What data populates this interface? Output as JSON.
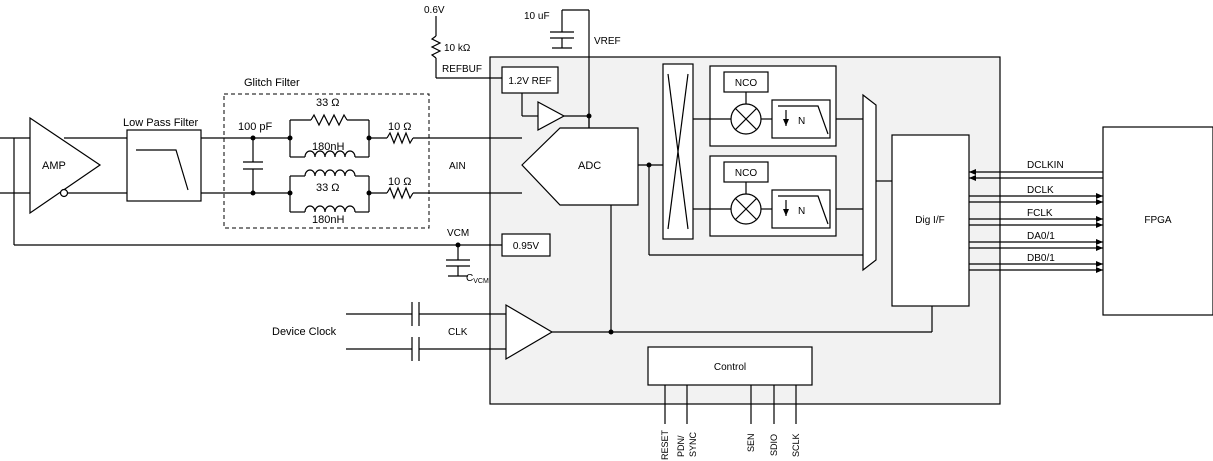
{
  "labels": {
    "v06": "0.6V",
    "cap10uf": "10 uF",
    "res10k": "10 kΩ",
    "vref": "VREF",
    "refbuf": "REFBUF",
    "ref12": "1.2V REF",
    "glitch": "Glitch Filter",
    "lpf": "Low Pass Filter",
    "amp": "AMP",
    "cap100pf": "100 pF",
    "r33a": "33 Ω",
    "l180a": "180nH",
    "r10a": "10 Ω",
    "r33b": "33 Ω",
    "l180b": "180nH",
    "r10b": "10 Ω",
    "ain": "AIN",
    "adc": "ADC",
    "nco1": "NCO",
    "nco2": "NCO",
    "n1": "N",
    "n2": "N",
    "vcm": "VCM",
    "v095": "0.95V",
    "cvcm": "C",
    "cvcm_sub": "VCM",
    "devclk": "Device Clock",
    "clk": "CLK",
    "control": "Control",
    "digif": "Dig I/F",
    "fpga": "FPGA",
    "dclkin": "DCLKIN",
    "dclk": "DCLK",
    "fclk": "FCLK",
    "da": "DA0/1",
    "db": "DB0/1",
    "pin_reset": "RESET",
    "pin_pdn": "PDN/",
    "pin_sync": "SYNC",
    "pin_sen": "SEN",
    "pin_sdio": "SDIO",
    "pin_sclk": "SCLK"
  }
}
